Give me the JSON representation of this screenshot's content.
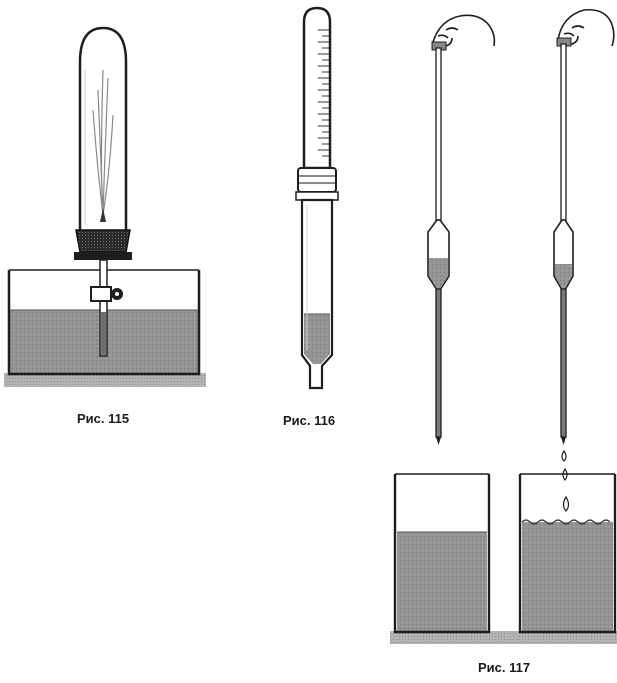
{
  "figures": [
    {
      "id": "fig115",
      "caption": "Рис. 115"
    },
    {
      "id": "fig116",
      "caption": "Рис. 116"
    },
    {
      "id": "fig117",
      "caption": "Рис. 117"
    }
  ],
  "colors": {
    "ink": "#1e1e1e",
    "liquid": "#8f8f8f",
    "liquid_dark": "#6e6e6e",
    "glass": "#ffffff",
    "ground": "#bdbdbd"
  }
}
